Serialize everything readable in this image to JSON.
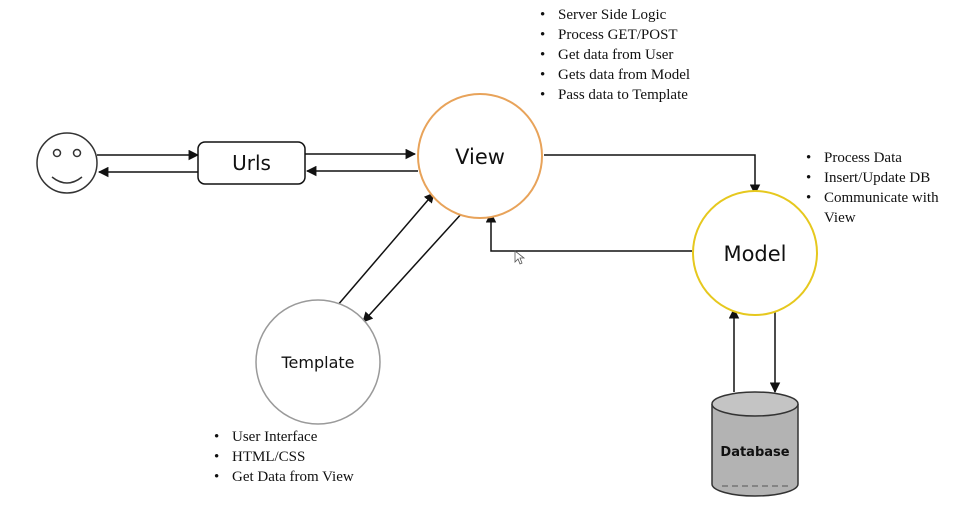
{
  "nodes": {
    "urls": "Urls",
    "view": "View",
    "model": "Model",
    "template": "Template",
    "database": "Database"
  },
  "notes": {
    "view": [
      "Server Side Logic",
      "Process GET/POST",
      "Get data from User",
      "Gets data from Model",
      "Pass data to Template"
    ],
    "model": [
      "Process Data",
      "Insert/Update DB",
      "Communicate with View"
    ],
    "template": [
      "User Interface",
      "HTML/CSS",
      "Get Data from View"
    ]
  },
  "colors": {
    "view_border": "#e8a35a",
    "model_border": "#e6c81e",
    "template_border": "#9a9a9a",
    "database_fill": "#b3b3b3",
    "line": "#111111"
  }
}
